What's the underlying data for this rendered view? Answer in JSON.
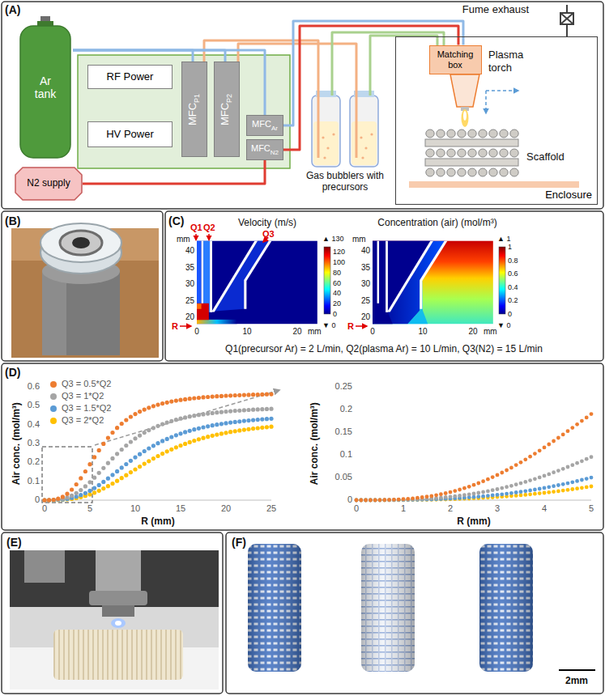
{
  "diagram": {
    "nodes": [
      {
        "text": [
          "Ar tank"
        ]
      },
      {
        "text": [
          "RF Power"
        ]
      },
      {
        "text": [
          "HV Power"
        ]
      },
      {
        "text": [
          "MFC",
          "P1"
        ]
      },
      {
        "text": [
          "MFC",
          "P2"
        ]
      },
      {
        "text": [
          "MFC",
          "Ar"
        ]
      },
      {
        "text": [
          "MFC",
          "N2"
        ]
      },
      {
        "text": [
          "N2 supply"
        ]
      },
      {
        "text": [
          "Enclosure"
        ]
      },
      {
        "text": [
          "Matching box"
        ],
        "in": 8
      }
    ],
    "edges": [
      {
        "from": 0,
        "to": 3,
        "arrow": "none"
      },
      {
        "from": 0,
        "to": 4,
        "arrow": "none"
      },
      {
        "from": 0,
        "to": 5,
        "arrow": "none"
      },
      {
        "from": 7,
        "to": 6,
        "arrow": "none"
      },
      {
        "from": 5,
        "to": 9,
        "arrow": "none"
      },
      {
        "from": 6,
        "to": 9,
        "arrow": "none"
      }
    ],
    "labels": [
      "(A)",
      "Fume exhaust",
      "Plasma torch",
      "Scaffold",
      "Gas bubblers with precursors",
      "(B)",
      "(C)",
      "Velocity (m/s)",
      "mm",
      "40",
      "35",
      "30",
      "25",
      "20",
      "0",
      "10",
      "20",
      "mm",
      "Q1",
      "Q2",
      "Q3",
      "R",
      "▲ 130",
      "120",
      "100",
      "80",
      "60",
      "40",
      "20",
      "0",
      "▼ 0",
      "Concentration (air) (mol/m³)",
      "mm",
      "40",
      "35",
      "30",
      "25",
      "20",
      "0",
      "10",
      "20",
      "mm",
      "R",
      "▲ 1",
      "1",
      "0.8",
      "0.6",
      "0.4",
      "0.2",
      "0",
      "▼ 0",
      "Q1(precursor Ar) = 2 L/min, Q2(plasma Ar) = 10 L/min, Q3(N2) = 15 L/min",
      "(D)",
      "Air conc. (mol/m³)",
      "0.6",
      "0.5",
      "0.4",
      "0.3",
      "0.2",
      "0.1",
      "0",
      "0",
      "5",
      "10",
      "15",
      "20",
      "25",
      "R (mm)",
      "Air conc. (mol/m³)",
      "0.25",
      "0.2",
      "0.15",
      "0.1",
      "0.05",
      "0",
      "0",
      "1",
      "2",
      "3",
      "4",
      "5",
      "R (mm)",
      "(E)",
      "(F)",
      "2mm"
    ],
    "legend": [
      {
        "text": "Q3 = 0.5*Q2",
        "color": "#ed7d31"
      },
      {
        "text": "Q3 = 1*Q2",
        "color": "#a5a5a5"
      },
      {
        "text": "Q3 = 1.5*Q2",
        "color": "#5b9bd5"
      },
      {
        "text": "Q3 = 2*Q2",
        "color": "#ffc000"
      }
    ]
  }
}
